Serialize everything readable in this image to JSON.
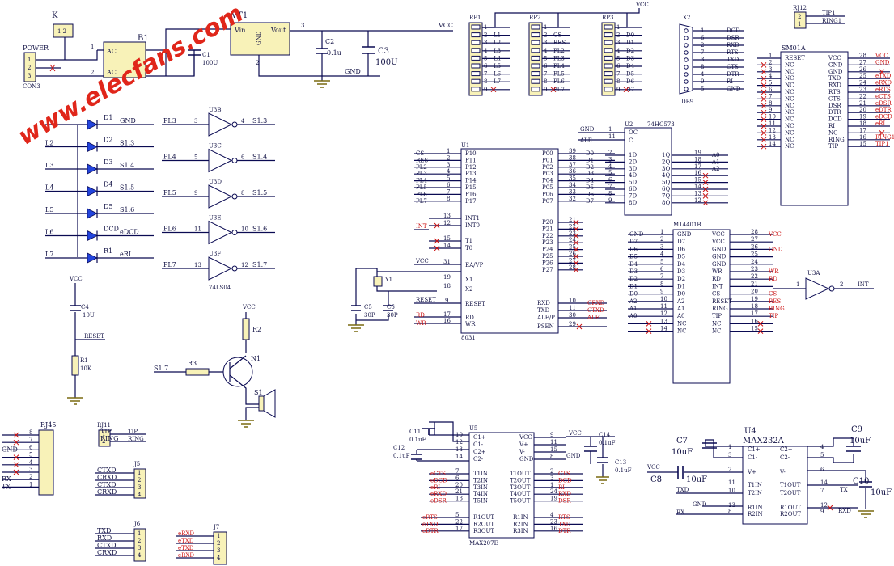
{
  "watermark": "www.elecfans.com",
  "power": {
    "k_label": "K",
    "k_pins": "1 2",
    "power_label": "POWER",
    "power_pins": [
      "1",
      "2",
      "3"
    ],
    "con3": "CON3",
    "b1": "B1",
    "b1_ac1": "AC",
    "b1_ac2": "AC",
    "b1_pin1": "1",
    "b1_pin2": "2",
    "vt1": "VT1",
    "vt1_vin": "Vin",
    "vt1_vout": "Vout",
    "vt1_gnd": "GND",
    "vt1_p1": "1",
    "vt1_p2": "2",
    "vt1_p3": "3",
    "c1": "C1",
    "c1_val": "100U",
    "c2": "C2",
    "c2_val": "0.1u",
    "c3": "C3",
    "c3_val": "100U",
    "vcc": "VCC",
    "gnd": "GND"
  },
  "rp": {
    "rp1": "RP1",
    "rp2": "RP2",
    "rp3": "RP3",
    "rp1_labels": [
      "L1",
      "L2",
      "L3",
      "L4",
      "L5",
      "L6",
      "L7"
    ],
    "rp2_labels": [
      "CS",
      "RES",
      "PL2",
      "PL3",
      "PL4",
      "PL5",
      "PL6",
      "PL7"
    ],
    "rp3_labels": [
      "D0",
      "D1",
      "D2",
      "D3",
      "D4",
      "D5",
      "D6",
      "D7"
    ],
    "pin_nums": [
      "1",
      "2",
      "3",
      "4",
      "5",
      "6",
      "7",
      "8",
      "9"
    ],
    "vcc": "VCC"
  },
  "db9": {
    "name": "X2",
    "sub": "DB9",
    "pins": [
      "1",
      "6",
      "2",
      "7",
      "3",
      "8",
      "4",
      "9",
      "5"
    ],
    "sigs": [
      "DCD",
      "DSR",
      "RXD",
      "RTS",
      "TXD",
      "CTS",
      "DTR",
      "RI",
      "GND"
    ]
  },
  "rj12": {
    "name": "RJ12",
    "pins": [
      "2",
      "1"
    ],
    "sigs": [
      "TIP1",
      "RING1"
    ]
  },
  "sm01a": {
    "name": "SM01A",
    "left_pins": [
      "1",
      "2",
      "3",
      "4",
      "5",
      "6",
      "7",
      "8",
      "9",
      "10",
      "11",
      "12",
      "13",
      "14"
    ],
    "left_sigs": [
      "RESET",
      "NC",
      "NC",
      "NC",
      "NC",
      "NC",
      "NC",
      "NC",
      "NC",
      "NC",
      "NC",
      "NC",
      "NC",
      "NC"
    ],
    "right_pins": [
      "28",
      "27",
      "26",
      "25",
      "24",
      "23",
      "22",
      "21",
      "20",
      "19",
      "18",
      "17",
      "16",
      "15"
    ],
    "right_sigs": [
      "VCC",
      "GND",
      "GND",
      "TXD",
      "RXD",
      "RTS",
      "CTS",
      "DSR",
      "DTR",
      "DCD",
      "RI",
      "NC",
      "RING",
      "TIP"
    ],
    "right_nets": [
      "VCC",
      "GND",
      "",
      "eTXD",
      "eRXD",
      "eRTS",
      "eCTS",
      "eDSR",
      "eDTR",
      "eDCD",
      "eRI",
      "",
      "RING1",
      "TIP1"
    ]
  },
  "leds": {
    "names": [
      "D1",
      "D2",
      "D3",
      "D4",
      "D5",
      "DCD",
      "R1"
    ],
    "left": [
      "",
      "L2",
      "L3",
      "L4",
      "L5",
      "L6",
      "L7"
    ],
    "right": [
      "GND",
      "S1.3",
      "S1.4",
      "S1.5",
      "S1.6",
      "eDCD",
      "eRI"
    ]
  },
  "u3": {
    "gates": [
      {
        "name": "U3B",
        "in": "PL3",
        "pin_in": "3",
        "pin_out": "4",
        "out": "S1.3"
      },
      {
        "name": "U3C",
        "in": "PL4",
        "pin_in": "5",
        "pin_out": "6",
        "out": "S1.4"
      },
      {
        "name": "U3D",
        "in": "PL5",
        "pin_in": "9",
        "pin_out": "8",
        "out": "S1.5"
      },
      {
        "name": "U3E",
        "in": "PL6",
        "pin_in": "11",
        "pin_out": "10",
        "out": "S1.6"
      },
      {
        "name": "U3F",
        "in": "PL7",
        "pin_in": "13",
        "pin_out": "12",
        "out": "S1.7"
      }
    ],
    "part": "74LS04"
  },
  "u1": {
    "name": "U1",
    "part": "8031",
    "left_nets": [
      "CS",
      "RES",
      "PL2",
      "PL3",
      "PL4",
      "PL5",
      "PL6",
      "PL7"
    ],
    "left_pins": [
      "1",
      "2",
      "3",
      "4",
      "5",
      "6",
      "7",
      "8"
    ],
    "left_sigs": [
      "P10",
      "P11",
      "P12",
      "P13",
      "P14",
      "P15",
      "P16",
      "P17"
    ],
    "right_sigs": [
      "P00",
      "P01",
      "P02",
      "P03",
      "P04",
      "P05",
      "P06",
      "P07"
    ],
    "right_pins": [
      "39",
      "38",
      "37",
      "36",
      "35",
      "34",
      "33",
      "32"
    ],
    "right_nets": [
      "D0",
      "D1",
      "D2",
      "D3",
      "D4",
      "D5",
      "D6",
      "D7"
    ],
    "int_net": "INT",
    "int_pins": [
      "13",
      "12"
    ],
    "int_sigs": [
      "INT1",
      "INT0"
    ],
    "t_pins": [
      "15",
      "14"
    ],
    "t_sigs": [
      "T1",
      "T0"
    ],
    "p2_sigs": [
      "P20",
      "P21",
      "P22",
      "P23",
      "P24",
      "P25",
      "P26",
      "P27"
    ],
    "p2_pins": [
      "21",
      "22",
      "23",
      "24",
      "25",
      "26",
      "27",
      "28"
    ],
    "ea_net": "VCC",
    "ea_pin": "31",
    "ea_sig": "EA/VP",
    "x1_pin": "19",
    "x1_sig": "X1",
    "x2_pin": "18",
    "x2_sig": "X2",
    "reset_net": "RESET",
    "reset_pin": "9",
    "reset_sig": "RESET",
    "rd_net": "RD",
    "rd_pin": "17",
    "rd_sig": "RD",
    "wr_net": "WR",
    "wr_pin": "16",
    "wr_sig": "WR",
    "rxd_sig": "RXD",
    "rxd_pin": "10",
    "rxd_net": "CRXD",
    "txd_sig": "TXD",
    "txd_pin": "11",
    "txd_net": "CTXD",
    "ale_sig": "ALE/P",
    "ale_pin": "30",
    "ale_net": "ALE",
    "psen_sig": "PSEN",
    "psen_pin": "29"
  },
  "crystal": {
    "y1": "Y1",
    "c5": "C5",
    "c5_val": "30P",
    "c6": "C6",
    "c6_val": "30P"
  },
  "u2": {
    "name": "U2",
    "part": "74HC573",
    "gnd": "GND",
    "ale": "ALE",
    "oc_pin": "1",
    "oc": "OC",
    "c_pin": "11",
    "c": "C",
    "d_sigs": [
      "1D",
      "2D",
      "3D",
      "4D",
      "5D",
      "6D",
      "7D",
      "8D"
    ],
    "d_pins": [
      "2",
      "3",
      "4",
      "5",
      "6",
      "7",
      "8",
      "9"
    ],
    "d_nets": [
      "D0",
      "D1",
      "D2",
      "D3",
      "D4",
      "D5",
      "D6",
      "D7"
    ],
    "q_sigs": [
      "1Q",
      "2Q",
      "3Q",
      "4Q",
      "5Q",
      "6Q",
      "7Q",
      "8Q"
    ],
    "q_pins": [
      "19",
      "18",
      "17",
      "16",
      "15",
      "14",
      "13",
      "12"
    ],
    "q_nets": [
      "A0",
      "A1",
      "A2",
      "",
      "",
      "",
      "",
      ""
    ]
  },
  "m1": {
    "name": "M14401B",
    "left_nets": [
      "GND",
      "D7",
      "D6",
      "D5",
      "D4",
      "D3",
      "D2",
      "D1",
      "D0",
      "A2",
      "A1",
      "A0",
      "",
      ""
    ],
    "left_pins": [
      "1",
      "2",
      "3",
      "4",
      "5",
      "6",
      "7",
      "8",
      "9",
      "10",
      "11",
      "12",
      "13",
      "14"
    ],
    "left_sigs": [
      "GND",
      "D7",
      "D6",
      "D5",
      "D4",
      "D3",
      "D2",
      "D1",
      "D0",
      "A2",
      "A1",
      "A0",
      "NC",
      "NC"
    ],
    "right_sigs": [
      "VCC",
      "VCC",
      "GND",
      "GND",
      "GND",
      "WR",
      "RD",
      "INT",
      "CS",
      "RESET",
      "RING",
      "TIP",
      "NC",
      "NC"
    ],
    "right_pins": [
      "28",
      "27",
      "26",
      "25",
      "24",
      "23",
      "22",
      "21",
      "20",
      "19",
      "18",
      "17",
      "16",
      "15"
    ],
    "right_nets": [
      "VCC",
      "",
      "GND",
      "",
      "",
      "WR",
      "RD",
      "",
      "CS",
      "RES",
      "RING",
      "TIP",
      "",
      ""
    ]
  },
  "u3a": {
    "name": "U3A",
    "pin_in": "1",
    "pin_out": "2",
    "out": "INT"
  },
  "reset": {
    "vcc": "VCC",
    "c4": "C4",
    "c4_val": "10U",
    "net": "RESET",
    "r1": "R1",
    "r1_val": "10K"
  },
  "buzzer": {
    "vcc": "VCC",
    "r2": "R2",
    "r3": "R3",
    "n1": "N1",
    "s1": "S1",
    "in": "S1.7"
  },
  "rj45": {
    "name": "RJ45",
    "pins": [
      "8",
      "7",
      "6",
      "5",
      "4",
      "3",
      "2",
      "1"
    ],
    "nets": [
      "",
      "",
      "GND",
      "",
      "",
      "",
      "RX",
      "TX"
    ]
  },
  "rj11": {
    "name": "RJ11",
    "pins": [
      "1",
      "2"
    ],
    "nets": [
      "TIP",
      "RING"
    ]
  },
  "j5": {
    "name": "J5",
    "pins": [
      "1",
      "2",
      "3",
      "4"
    ],
    "nets": [
      "CTXD",
      "CRXD",
      "CTXD",
      "CRXD"
    ]
  },
  "j6": {
    "name": "J6",
    "pins": [
      "1",
      "2",
      "3",
      "4"
    ],
    "nets": [
      "TXD",
      "RXD",
      "CTXD",
      "CRXD"
    ]
  },
  "j7": {
    "name": "J7",
    "pins": [
      "1",
      "2",
      "3",
      "4"
    ],
    "nets": [
      "eRXD",
      "eTXD",
      "eTXD",
      "eRXD"
    ]
  },
  "u5": {
    "name": "U5",
    "part": "MAX207E",
    "c11": "C11",
    "c11_val": "0.1uF",
    "c12": "C12",
    "c12_val": "0.1uF",
    "c13": "C13",
    "c13_val": "0.1uF",
    "c14": "C14",
    "c14_val": "0.1uF",
    "vcc": "VCC",
    "gnd": "GND",
    "left_pins": [
      "10",
      "12",
      "13",
      "14"
    ],
    "left_sigs": [
      "C1+",
      "C1-",
      "C2+",
      "C2-"
    ],
    "right_top_pins": [
      "9",
      "11",
      "15",
      "8"
    ],
    "right_top_sigs": [
      "VCC",
      "V+",
      "V-",
      "GND"
    ],
    "tin_nets": [
      "eCTS",
      "eDCD",
      "eRI",
      "eRXD",
      "eDSR"
    ],
    "tin_pins": [
      "7",
      "6",
      "20",
      "21",
      "18"
    ],
    "tin_sigs": [
      "T1IN",
      "T2IN",
      "T3IN",
      "T4IN",
      "T5IN"
    ],
    "tout_sigs": [
      "T1OUT",
      "T2OUT",
      "T3OUT",
      "T4OUT",
      "T5OUT"
    ],
    "tout_pins": [
      "2",
      "3",
      "1",
      "24",
      "19"
    ],
    "tout_nets": [
      "CTS",
      "DCD",
      "RI",
      "RXD",
      "DSR"
    ],
    "rout_nets": [
      "eRTS",
      "eTXD",
      "eDTR"
    ],
    "rout_pins": [
      "5",
      "22",
      "17"
    ],
    "rout_sigs": [
      "R1OUT",
      "R2OUT",
      "R3OUT"
    ],
    "rin_sigs": [
      "R1IN",
      "R2IN",
      "R3IN"
    ],
    "rin_pins": [
      "4",
      "23",
      "16"
    ],
    "rin_nets": [
      "RTS",
      "TXD",
      "DTR"
    ]
  },
  "u4": {
    "name": "U4",
    "part": "MAX232A",
    "c7": "C7",
    "c7_val": "10uF",
    "c8": "C8",
    "c8_val": "10uF",
    "c9": "C9",
    "c9_val": "10uF",
    "c10": "C10",
    "c10_val": "10uF",
    "vcc": "VCC",
    "gnd": "GND",
    "txd": "TXD",
    "rx": "RX",
    "tx": "TX",
    "rxd": "RXD",
    "left_pins": [
      "1",
      "3",
      "2",
      "11",
      "10",
      "13",
      "8"
    ],
    "left_sigs": [
      "C1+",
      "C1-",
      "V+",
      "T1IN",
      "T2IN",
      "R1IN",
      "R2IN"
    ],
    "right_sigs": [
      "C2+",
      "C2-",
      "V-",
      "T1OUT",
      "T2OUT",
      "R1OUT",
      "R2OUT"
    ],
    "right_pins": [
      "4",
      "5",
      "6",
      "14",
      "7",
      "12",
      "9"
    ]
  }
}
